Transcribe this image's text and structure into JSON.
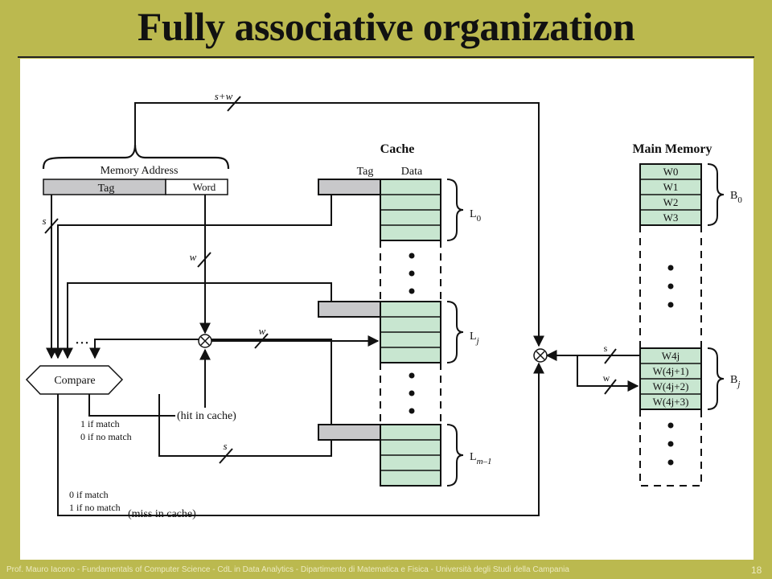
{
  "slide": {
    "title": "Fully associative organization",
    "footer": "Prof. Mauro Iacono - Fundamentals of Computer Science - CdL in Data Analytics - Dipartimento di Matematica e Fisica - Università degli Studi della Campania",
    "page_number": "18"
  },
  "colors": {
    "background": "#bbb94f",
    "cache_fill": "#c8e6d0",
    "tag_fill": "#c8c8ca",
    "line": "#111111"
  },
  "diagram": {
    "bus_top": "s+w",
    "memory_address": "Memory Address",
    "tag_field": "Tag",
    "word_field": "Word",
    "s_label": "s",
    "w_label": "w",
    "compare": "Compare",
    "ellipsis": "• • •",
    "hit_match": "1 if match",
    "hit_nomatch": "0 if no match",
    "hit_in_cache": "(hit in cache)",
    "miss_match": "0 if match",
    "miss_nomatch": "1 if no match",
    "miss_in_cache": "(miss in cache)",
    "cache_title": "Cache",
    "cache_tag_header": "Tag",
    "cache_data_header": "Data",
    "line_labels": [
      {
        "main": "L",
        "sub": "0",
        "italic": false
      },
      {
        "main": "L",
        "sub": "j",
        "italic": true
      },
      {
        "main": "L",
        "sub": "m–1",
        "italic": true
      }
    ],
    "main_memory_title": "Main Memory",
    "block0_words": [
      "W0",
      "W1",
      "W2",
      "W3"
    ],
    "blockj_words": [
      "W4j",
      "W(4j+1)",
      "W(4j+2)",
      "W(4j+3)"
    ],
    "block_labels": [
      {
        "main": "B",
        "sub": "0",
        "italic": false
      },
      {
        "main": "B",
        "sub": "j",
        "italic": true
      }
    ]
  }
}
